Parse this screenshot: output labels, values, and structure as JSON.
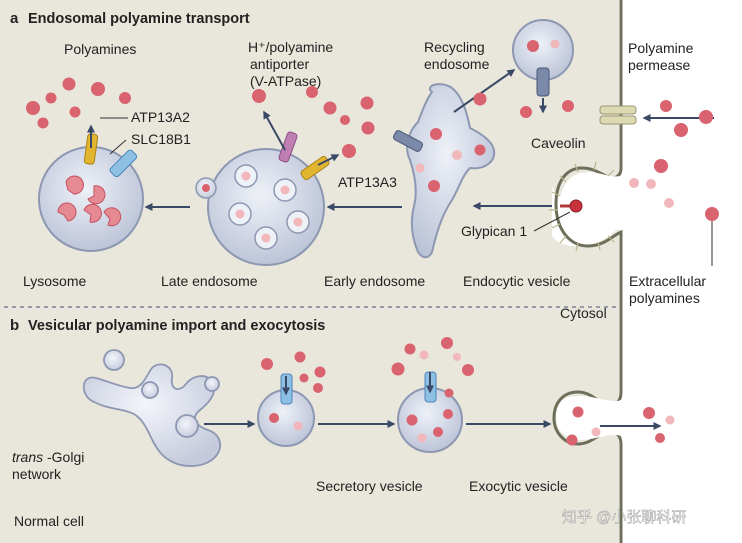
{
  "panel_a": {
    "letter": "a",
    "title": "Endosomal polyamine transport",
    "labels": {
      "polyamines": "Polyamines",
      "atp13a2": "ATP13A2",
      "slc18b1": "SLC18B1",
      "antiporter_line1": "H⁺/polyamine",
      "antiporter_line2": "antiporter",
      "antiporter_line3": "(V-ATPase)",
      "recycling_line1": "Recycling",
      "recycling_line2": "endosome",
      "permease_line1": "Polyamine",
      "permease_line2": "permease",
      "caveolin": "Caveolin",
      "atp13a3": "ATP13A3",
      "glypican": "Glypican 1",
      "lysosome": "Lysosome",
      "late_endosome": "Late endosome",
      "early_endosome": "Early endosome",
      "endocytic_vesicle": "Endocytic vesicle",
      "extracellular_line1": "Extracellular",
      "extracellular_line2": "polyamines"
    }
  },
  "divider_label": "Cytosol",
  "panel_b": {
    "letter": "b",
    "title": "Vesicular polyamine import and exocytosis",
    "labels": {
      "trans_italic": "trans",
      "golgi_rest": "-Golgi",
      "network": "network",
      "secretory_vesicle": "Secretory vesicle",
      "exocytic_vesicle": "Exocytic vesicle",
      "normal_cell": "Normal cell"
    }
  },
  "watermark": "知乎 @小张聊科研",
  "colors": {
    "cytoplasm": "#e9e6dc",
    "membrane": "#6e6f5a",
    "organelle_fill": "#cdd3e3",
    "organelle_stroke": "#8d97b2",
    "polyamine": "#d9636f",
    "polyamine_light": "#f1b7bb",
    "arrow": "#3a4a66",
    "atp13a2": "#e2b531",
    "slc18b1": "#8ec0e6",
    "vatpase": "#c07fb3",
    "permease": "#ddd9b3",
    "caveolin_channel": "#7b8aa8"
  },
  "icons": {
    "polyamine": "polyamine-dot-icon",
    "atp13a2": "atp13a2-transporter-icon",
    "slc18b1": "slc18b1-transporter-icon",
    "antiporter": "antiporter-icon",
    "atp13a3": "atp13a3-transporter-icon",
    "permease": "permease-channel-icon",
    "glypican": "glypican-icon",
    "arrow": "arrow-icon"
  }
}
